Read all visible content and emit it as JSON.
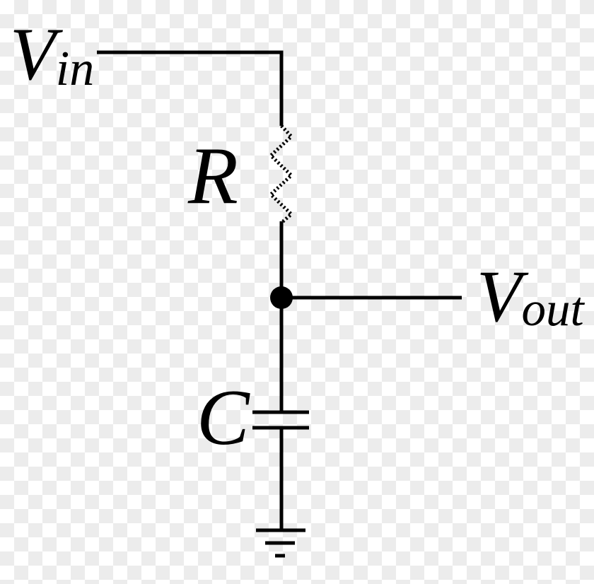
{
  "diagram": {
    "type": "RC low-pass filter circuit schematic",
    "labels": {
      "vin": {
        "main": "V",
        "sub": "in"
      },
      "vout": {
        "main": "V",
        "sub": "out"
      },
      "resistor": "R",
      "capacitor": "C"
    },
    "components": [
      "input-terminal Vin",
      "resistor R (dashed zigzag)",
      "junction node",
      "output-terminal Vout",
      "capacitor C",
      "ground"
    ],
    "colors": {
      "check_light": "#ffffff",
      "check_dark": "#ececec",
      "line": "#000000",
      "label": "#000000"
    }
  }
}
